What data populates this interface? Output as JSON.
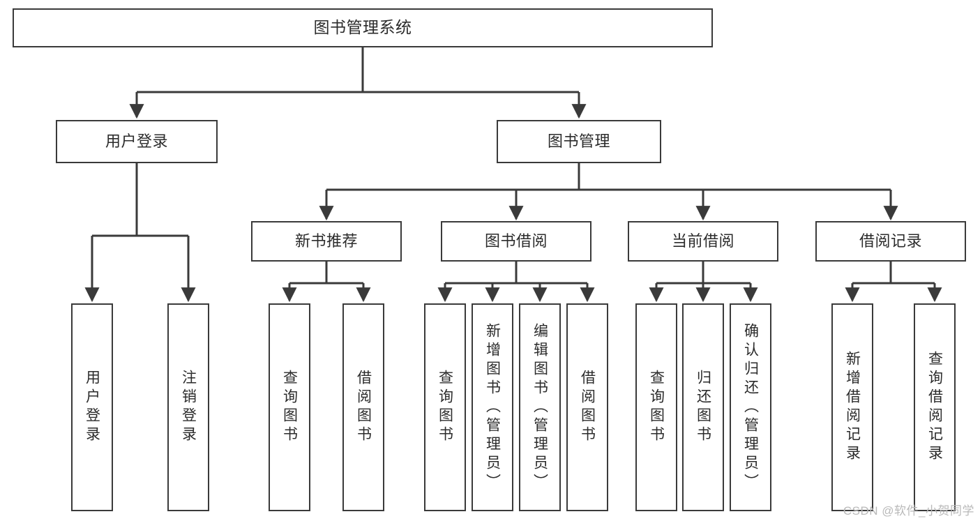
{
  "diagram": {
    "title": "图书管理系统",
    "type": "tree-hierarchy",
    "watermark": "CSDN @软件_小贺同学",
    "colors": {
      "stroke": "#3a3a3a",
      "fill": "#ffffff",
      "text": "#2b2b2b",
      "watermark": "#b9b9b9"
    },
    "root": {
      "label": "图书管理系统"
    },
    "branches": [
      {
        "label": "用户登录"
      },
      {
        "label": "图书管理"
      }
    ],
    "subbranches": [
      {
        "label": "新书推荐"
      },
      {
        "label": "图书借阅"
      },
      {
        "label": "当前借阅"
      },
      {
        "label": "借阅记录"
      }
    ],
    "leaves": {
      "user_login": [
        {
          "label": "用户登录"
        },
        {
          "label": "注销登录"
        }
      ],
      "new_book": [
        {
          "label": "查询图书"
        },
        {
          "label": "借阅图书"
        }
      ],
      "borrow": [
        {
          "label": "查询图书"
        },
        {
          "label": "新增图书（管理员）"
        },
        {
          "label": "编辑图书（管理员）"
        },
        {
          "label": "借阅图书"
        }
      ],
      "current": [
        {
          "label": "查询图书"
        },
        {
          "label": "归还图书"
        },
        {
          "label": "确认归还（管理员）"
        }
      ],
      "records": [
        {
          "label": "新增借阅记录"
        },
        {
          "label": "查询借阅记录"
        }
      ]
    }
  }
}
